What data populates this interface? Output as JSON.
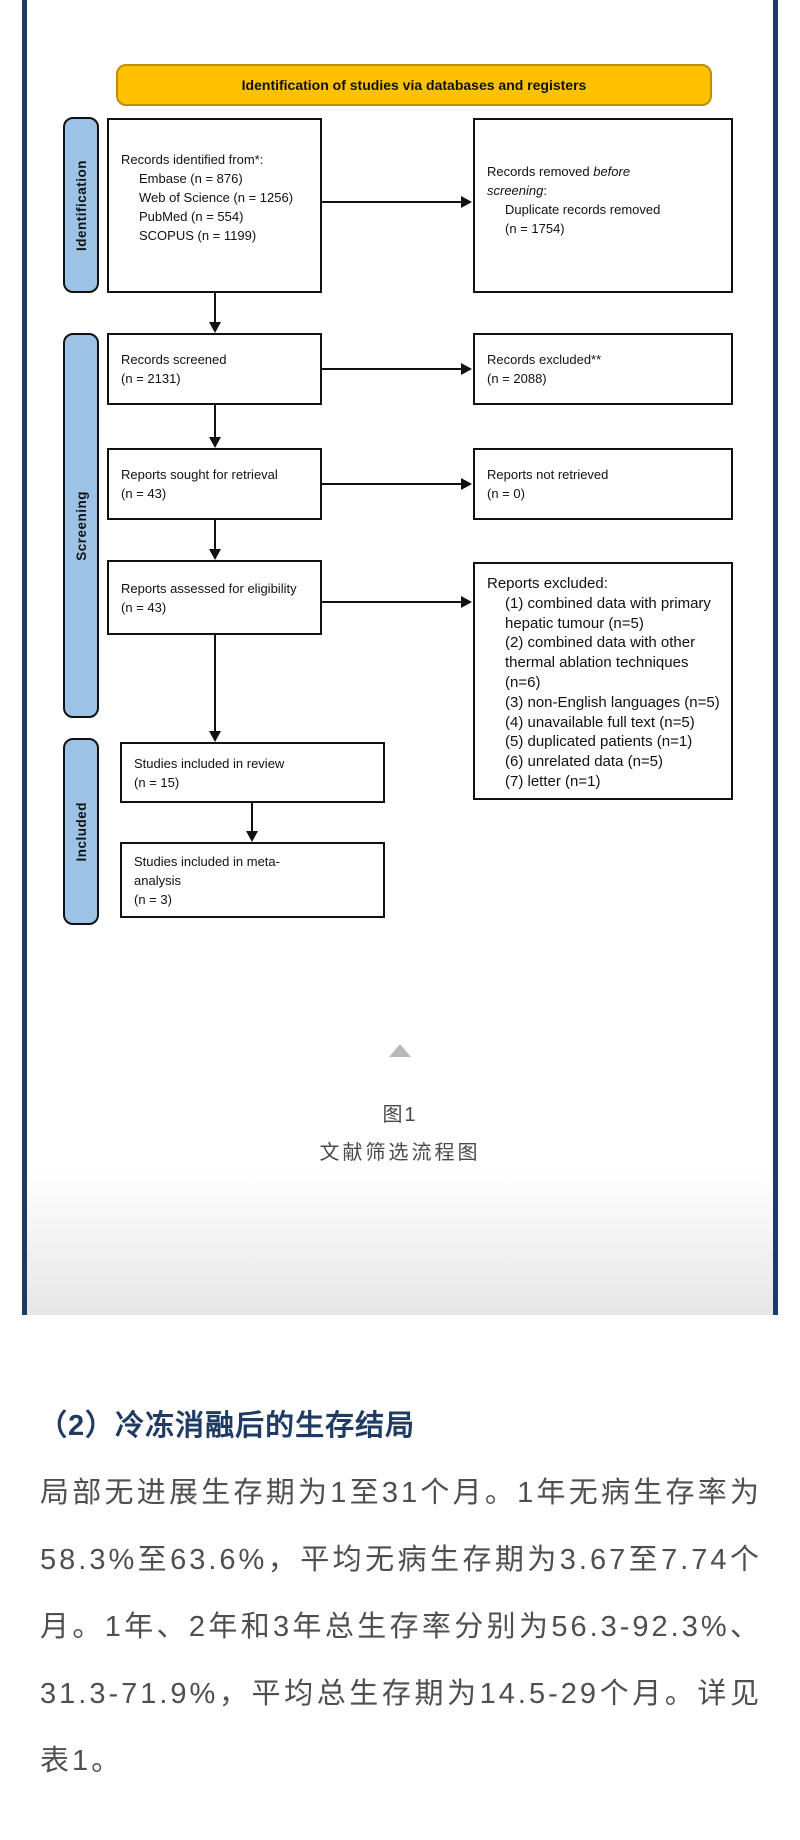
{
  "colors": {
    "border_navy": "#1e3a6b",
    "banner_bg": "#ffc000",
    "stage_bg": "#9cc3e5",
    "heading_navy": "#1f3b63",
    "body_gray": "#4f4f4f",
    "caption_gray": "#4a4a4a",
    "triangle_gray": "#b9b9b9"
  },
  "flowchart": {
    "banner_title": "Identification of studies via databases and registers",
    "stages": {
      "identification": "Identification",
      "screening": "Screening",
      "included": "Included"
    },
    "identified": {
      "title": "Records identified from*:",
      "items": [
        "Embase (n = 876)",
        "Web of Science (n = 1256)",
        "PubMed (n = 554)",
        "SCOPUS (n = 1199)"
      ]
    },
    "removed": {
      "prefix": "Records removed ",
      "italic1": "before",
      "italic2": "screening",
      "suffix": ":",
      "detail": "Duplicate records removed",
      "count": "(n = 1754)"
    },
    "screened": {
      "line1": "Records screened",
      "line2": "(n = 2131)"
    },
    "records_excluded": {
      "line1": "Records excluded**",
      "line2": "(n = 2088)"
    },
    "sought": {
      "line1": "Reports sought for retrieval",
      "line2": "(n = 43)"
    },
    "not_retrieved": {
      "line1": "Reports not retrieved",
      "line2": "(n = 0)"
    },
    "assessed": {
      "line1": "Reports assessed for eligibility",
      "line2": "(n = 43)"
    },
    "reports_excluded": {
      "title": "Reports excluded:",
      "reasons": [
        "(1) combined data with primary hepatic tumour (n=5)",
        "(2) combined data with other thermal ablation techniques (n=6)",
        "(3) non-English languages (n=5)",
        "(4) unavailable full text (n=5)",
        "(5) duplicated patients (n=1)",
        "(6) unrelated data (n=5)",
        "(7) letter (n=1)"
      ]
    },
    "included_review": {
      "line1": "Studies included in review",
      "line2": "(n = 15)"
    },
    "included_meta": {
      "line1": "Studies included in meta-",
      "line2": "analysis",
      "line3": "(n = 3)"
    }
  },
  "caption": {
    "line1": "图1",
    "line2": "文献筛选流程图"
  },
  "section": {
    "heading": "（2）冷冻消融后的生存结局",
    "paragraph": "局部无进展生存期为1至31个月。1年无病生存率为58.3%至63.6%，平均无病生存期为3.67至7.74个月。1年、2年和3年总生存率分别为56.3-92.3%、31.3-71.9%，平均总生存期为14.5-29个月。详见表1。"
  }
}
